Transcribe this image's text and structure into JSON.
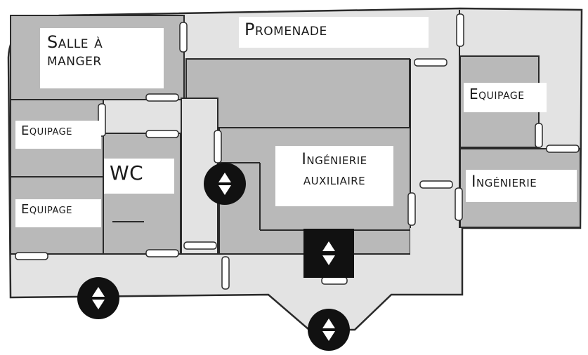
{
  "map": {
    "rooms": {
      "dining": "Salle à manger",
      "promenade": "Promenade",
      "crew_top_right": "Equipage",
      "crew_left_upper": "Equipage",
      "crew_left_lower": "Equipage",
      "wc": "WC",
      "aux_engineering_line1": "Ingénierie",
      "aux_engineering_line2": "auxiliaire",
      "engineering": "Ingénierie"
    },
    "colors": {
      "corridor": "#e3e3e3",
      "room": "#b9b9b9",
      "wall": "#2a2a2a",
      "lift": "#111111"
    },
    "icons": [
      "lift-icon",
      "door-icon"
    ]
  }
}
